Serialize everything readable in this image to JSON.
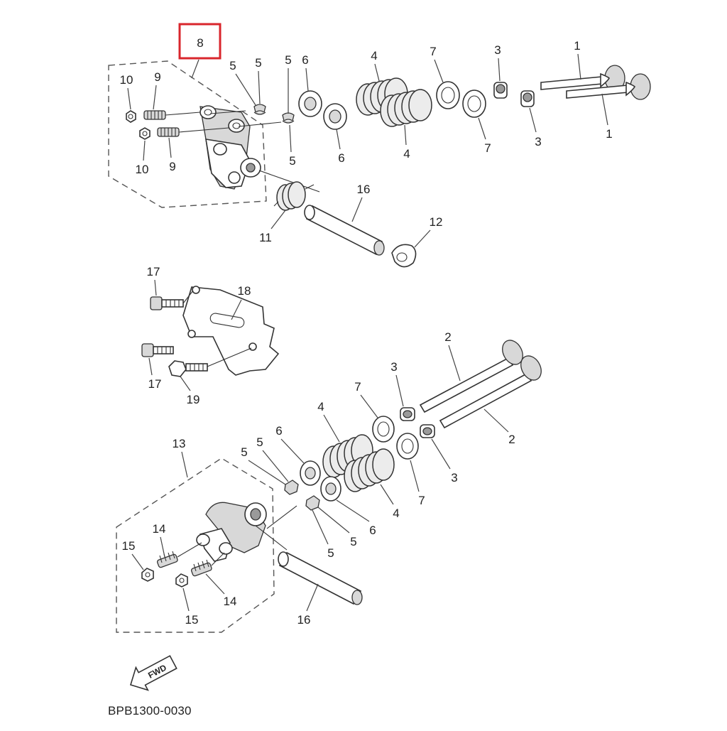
{
  "diagram": {
    "highlighted_callout": "8",
    "drawing_code": "BPB1300-0030",
    "direction_arrow": "FWD"
  },
  "callouts": {
    "c8": "8",
    "c10a": "10",
    "c9a": "9",
    "c10b": "10",
    "c9b": "9",
    "c5a": "5",
    "c5b": "5",
    "c5c": "5",
    "c5d": "5",
    "c6a": "6",
    "c6b": "6",
    "c4a": "4",
    "c4b": "4",
    "c7a": "7",
    "c7b": "7",
    "c3a": "3",
    "c3b": "3",
    "c1a": "1",
    "c1b": "1",
    "c16a": "16",
    "c11": "11",
    "c12": "12",
    "c17a": "17",
    "c18": "18",
    "c17b": "17",
    "c19": "19",
    "c2a": "2",
    "c2b": "2",
    "c3c": "3",
    "c3d": "3",
    "c7c": "7",
    "c7d": "7",
    "c4c": "4",
    "c4d": "4",
    "c6c": "6",
    "c6d": "6",
    "c13": "13",
    "c5e": "5",
    "c5f": "5",
    "c5g": "5",
    "c5h": "5",
    "c14a": "14",
    "c15a": "15",
    "c14b": "14",
    "c15b": "15",
    "c16b": "16"
  }
}
